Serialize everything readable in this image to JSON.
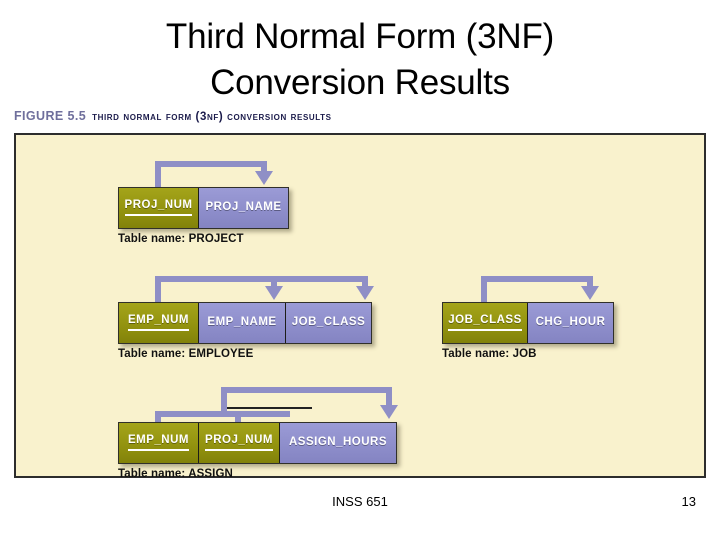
{
  "slide": {
    "title": "Third Normal Form (3NF)\nConversion Results",
    "figure": {
      "number": "FIGURE 5.5",
      "caption": "Third Normal Form (3NF) Conversion Results"
    },
    "footer": {
      "course": "INSS 651",
      "page_number": "13"
    }
  },
  "colors": {
    "panel_background": "#f9f2cd",
    "primary_key_cell": "#93930f",
    "attribute_cell": "#8e8ecb",
    "connector": "#8f8fc6",
    "caption_number": "#6f6f9c",
    "caption_text": "#1b1b4b"
  },
  "diagram": {
    "tables": [
      {
        "name": "PROJECT",
        "name_label": "Table name: PROJECT",
        "columns": [
          {
            "label": "PROJ_NUM",
            "key": true,
            "width": 80
          },
          {
            "label": "PROJ_NAME",
            "key": false,
            "width": 89
          }
        ]
      },
      {
        "name": "EMPLOYEE",
        "name_label": "Table name: EMPLOYEE",
        "columns": [
          {
            "label": "EMP_NUM",
            "key": true,
            "width": 80
          },
          {
            "label": "EMP_NAME",
            "key": false,
            "width": 87
          },
          {
            "label": "JOB_CLASS",
            "key": false,
            "width": 85
          }
        ]
      },
      {
        "name": "JOB",
        "name_label": "Table name: JOB",
        "columns": [
          {
            "label": "JOB_CLASS",
            "key": true,
            "width": 85
          },
          {
            "label": "CHG_HOUR",
            "key": false,
            "width": 85
          }
        ]
      },
      {
        "name": "ASSIGN",
        "name_label": "Table name: ASSIGN",
        "columns": [
          {
            "label": "EMP_NUM",
            "key": true,
            "width": 80
          },
          {
            "label": "PROJ_NUM",
            "key": true,
            "width": 81
          },
          {
            "label": "ASSIGN_HOURS",
            "key": false,
            "width": 116
          }
        ]
      }
    ]
  }
}
